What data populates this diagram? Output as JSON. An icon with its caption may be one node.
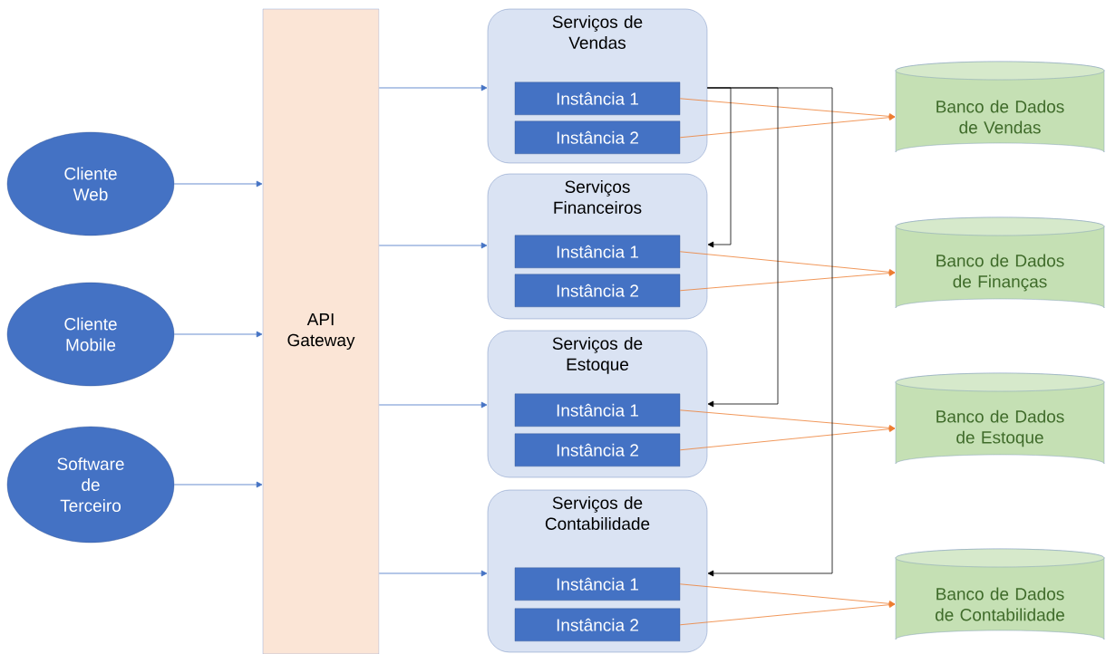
{
  "diagram": {
    "nodes": [
      {
        "text": [
          "Cliente Web"
        ]
      },
      {
        "text": [
          "Cliente Mobile"
        ]
      },
      {
        "text": [
          "Software de Terceiro"
        ]
      },
      {
        "text": [
          "API Gateway"
        ]
      },
      {
        "text": [
          "Serviços de Vendas"
        ]
      },
      {
        "text": [
          "Instância 1"
        ],
        "in": 4
      },
      {
        "text": [
          "Instância 2"
        ],
        "in": 4
      },
      {
        "text": [
          "Serviços Financeiros"
        ]
      },
      {
        "text": [
          "Instância 1"
        ],
        "in": 7
      },
      {
        "text": [
          "Instância 2"
        ],
        "in": 7
      },
      {
        "text": [
          "Serviços de Estoque"
        ]
      },
      {
        "text": [
          "Instância 1"
        ],
        "in": 10
      },
      {
        "text": [
          "Instância 2"
        ],
        "in": 10
      },
      {
        "text": [
          "Serviços de Contabilidade"
        ]
      },
      {
        "text": [
          "Instância 1"
        ],
        "in": 13
      },
      {
        "text": [
          "Instância 2"
        ],
        "in": 13
      },
      {
        "text": [
          "Banco de Dados de Vendas"
        ]
      },
      {
        "text": [
          "Banco de Dados de Finanças"
        ]
      },
      {
        "text": [
          "Banco de Dados de Estoque"
        ]
      },
      {
        "text": [
          "Banco de Dados de Contabilidade"
        ]
      }
    ],
    "edges": [
      {
        "from": 0,
        "to": 3,
        "arrow": "to",
        "color": "#4472c4"
      },
      {
        "from": 1,
        "to": 3,
        "arrow": "to",
        "color": "#4472c4"
      },
      {
        "from": 2,
        "to": 3,
        "arrow": "to",
        "color": "#4472c4"
      },
      {
        "from": 3,
        "to": 4,
        "arrow": "to",
        "color": "#4472c4"
      },
      {
        "from": 3,
        "to": 7,
        "arrow": "to",
        "color": "#4472c4"
      },
      {
        "from": 3,
        "to": 10,
        "arrow": "to",
        "color": "#4472c4"
      },
      {
        "from": 3,
        "to": 13,
        "arrow": "to",
        "color": "#4472c4"
      },
      {
        "from": 5,
        "to": 16,
        "arrow": "to"
      },
      {
        "from": 6,
        "to": 16,
        "arrow": "to"
      },
      {
        "from": 8,
        "to": 17,
        "arrow": "to"
      },
      {
        "from": 9,
        "to": 17,
        "arrow": "to"
      },
      {
        "from": 11,
        "to": 18,
        "arrow": "to"
      },
      {
        "from": 12,
        "to": 18,
        "arrow": "to"
      },
      {
        "from": 14,
        "to": 19,
        "arrow": "to"
      },
      {
        "from": 15,
        "to": 19,
        "arrow": "to"
      },
      {
        "from": 4,
        "to": 7,
        "arrow": "to",
        "color": "#000000"
      },
      {
        "from": 4,
        "to": 10,
        "arrow": "to",
        "color": "#000000"
      },
      {
        "from": 4,
        "to": 13,
        "arrow": "to",
        "color": "#000000"
      }
    ]
  }
}
